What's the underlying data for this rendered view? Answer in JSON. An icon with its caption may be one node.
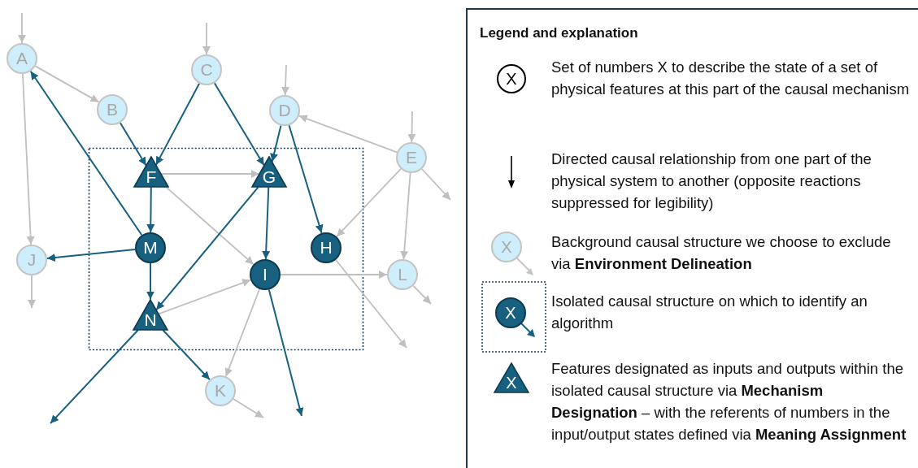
{
  "diagram": {
    "nodes": [
      {
        "text": [
          "A"
        ]
      },
      {
        "text": [
          "B"
        ]
      },
      {
        "text": [
          "C"
        ]
      },
      {
        "text": [
          "D"
        ]
      },
      {
        "text": [
          "E"
        ]
      },
      {
        "text": [
          "F"
        ]
      },
      {
        "text": [
          "G"
        ]
      },
      {
        "text": [
          "H"
        ]
      },
      {
        "text": [
          "I"
        ]
      },
      {
        "text": [
          "J"
        ]
      },
      {
        "text": [
          "K"
        ]
      },
      {
        "text": [
          "L"
        ]
      },
      {
        "text": [
          "M"
        ]
      },
      {
        "text": [
          "N"
        ]
      }
    ],
    "edges": [
      {
        "from": null,
        "to": 0,
        "arrow": "to"
      },
      {
        "from": 0,
        "to": 1,
        "arrow": "to"
      },
      {
        "from": 0,
        "to": 9,
        "arrow": "to"
      },
      {
        "from": null,
        "to": 2,
        "arrow": "to"
      },
      {
        "from": 2,
        "to": 5,
        "arrow": "to",
        "color": "#17607f"
      },
      {
        "from": 2,
        "to": 6,
        "arrow": "to",
        "color": "#17607f"
      },
      {
        "from": 1,
        "to": 5,
        "arrow": "to",
        "color": "#17607f"
      },
      {
        "from": 12,
        "to": 0,
        "arrow": "to",
        "color": "#17607f"
      },
      {
        "from": null,
        "to": 3,
        "arrow": "to"
      },
      {
        "from": 4,
        "to": 3,
        "arrow": "to"
      },
      {
        "from": 3,
        "to": 6,
        "arrow": "to",
        "color": "#17607f"
      },
      {
        "from": 3,
        "to": 7,
        "arrow": "to",
        "color": "#17607f"
      },
      {
        "from": null,
        "to": 4,
        "arrow": "to"
      },
      {
        "from": 4,
        "to": null,
        "arrow": "to"
      },
      {
        "from": 4,
        "to": 7,
        "arrow": "to"
      },
      {
        "from": 4,
        "to": 11,
        "arrow": "to"
      },
      {
        "from": 5,
        "to": 6,
        "arrow": "to"
      },
      {
        "from": 5,
        "to": 12,
        "arrow": "to",
        "color": "#17607f"
      },
      {
        "from": 5,
        "to": 8,
        "arrow": "to"
      },
      {
        "from": 6,
        "to": 8,
        "arrow": "to",
        "color": "#17607f"
      },
      {
        "from": 6,
        "to": 13,
        "arrow": "to",
        "color": "#17607f"
      },
      {
        "from": 12,
        "to": 9,
        "arrow": "to",
        "color": "#17607f"
      },
      {
        "from": 12,
        "to": 13,
        "arrow": "to",
        "color": "#17607f"
      },
      {
        "from": 13,
        "to": 8,
        "arrow": "to"
      },
      {
        "from": 8,
        "to": 11,
        "arrow": "to"
      },
      {
        "from": 8,
        "to": 10,
        "arrow": "to"
      },
      {
        "from": 8,
        "to": null,
        "arrow": "to",
        "color": "#17607f"
      },
      {
        "from": 7,
        "to": null,
        "arrow": "to"
      },
      {
        "from": 13,
        "to": 10,
        "arrow": "to",
        "color": "#17607f"
      },
      {
        "from": 13,
        "to": null,
        "arrow": "to",
        "color": "#17607f"
      },
      {
        "from": 9,
        "to": null,
        "arrow": "to"
      },
      {
        "from": 10,
        "to": null,
        "arrow": "to"
      },
      {
        "from": 11,
        "to": null,
        "arrow": "to"
      }
    ],
    "labels": [
      "Legend and explanation",
      "X",
      "X",
      "X",
      "X"
    ],
    "legend": [
      {
        "text": "Set of numbers X to describe the state of a set of physical features at this part of the causal mechanism"
      },
      {
        "text": "Directed causal relationship from one part of the physical system to another (opposite reactions suppressed for legibility)"
      },
      {
        "text": "Background causal structure we choose to exclude via **Environment Delineation**"
      },
      {
        "text": "Isolated causal structure on which to identify an algorithm"
      },
      {
        "text": "Features designated as inputs and outputs within the isolated causal structure via **Mechanism Designation** – with the referents of numbers in the input/output states defined via **Meaning Assignment**"
      }
    ]
  }
}
